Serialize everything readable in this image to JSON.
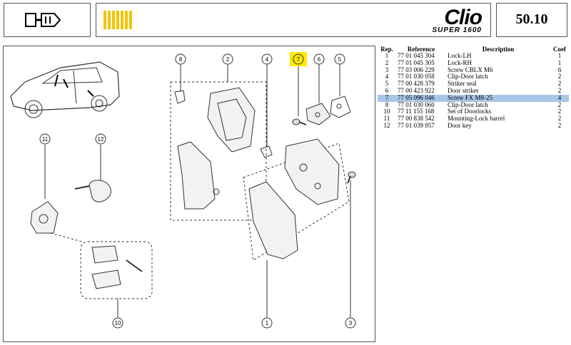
{
  "header": {
    "model": "Clio",
    "edition": "SUPER 1600",
    "page_code": "50.10",
    "stripe_color": "#f5c400"
  },
  "parts_table": {
    "columns": [
      "Rep.",
      "Reference",
      "Description",
      "Coef"
    ],
    "rows": [
      {
        "rep": "1",
        "ref": "77 01 045 304",
        "desc": "Lock-LH",
        "coef": "1"
      },
      {
        "rep": "2",
        "ref": "77 01 045 305",
        "desc": "Lock-RH",
        "coef": "1"
      },
      {
        "rep": "3",
        "ref": "77 03 006 229",
        "desc": "Screw CBLX M6",
        "coef": "6"
      },
      {
        "rep": "4",
        "ref": "77 01 030 058",
        "desc": "Clip-Door latch",
        "coef": "2"
      },
      {
        "rep": "5",
        "ref": "77 00 428 379",
        "desc": "Striker seal",
        "coef": "2"
      },
      {
        "rep": "6",
        "ref": "77 00 423 922",
        "desc": "Door striker",
        "coef": "2"
      },
      {
        "rep": "7",
        "ref": "77 05 096 046",
        "desc": "Screw FX M8-25",
        "coef": "4"
      },
      {
        "rep": "8",
        "ref": "77 01 030 060",
        "desc": "Clip-Door latch",
        "coef": "2"
      },
      {
        "rep": "10",
        "ref": "77 11 155 168",
        "desc": "Set of Doorlocks",
        "coef": "2"
      },
      {
        "rep": "11",
        "ref": "77 00 838 542",
        "desc": "Mounting-Lock barrel",
        "coef": "2"
      },
      {
        "rep": "12",
        "ref": "77 01 039 957",
        "desc": "Door key",
        "coef": "2"
      }
    ],
    "highlighted_rep": "7",
    "highlight_color": "#a8c6e8"
  },
  "callouts": [
    "8",
    "2",
    "4",
    "7",
    "6",
    "5",
    "11",
    "12",
    "10",
    "1",
    "3"
  ],
  "highlighted_callout": "7",
  "callout_highlight_color": "#ffe800",
  "icons": {
    "header_icon": "key-lock-icon"
  }
}
